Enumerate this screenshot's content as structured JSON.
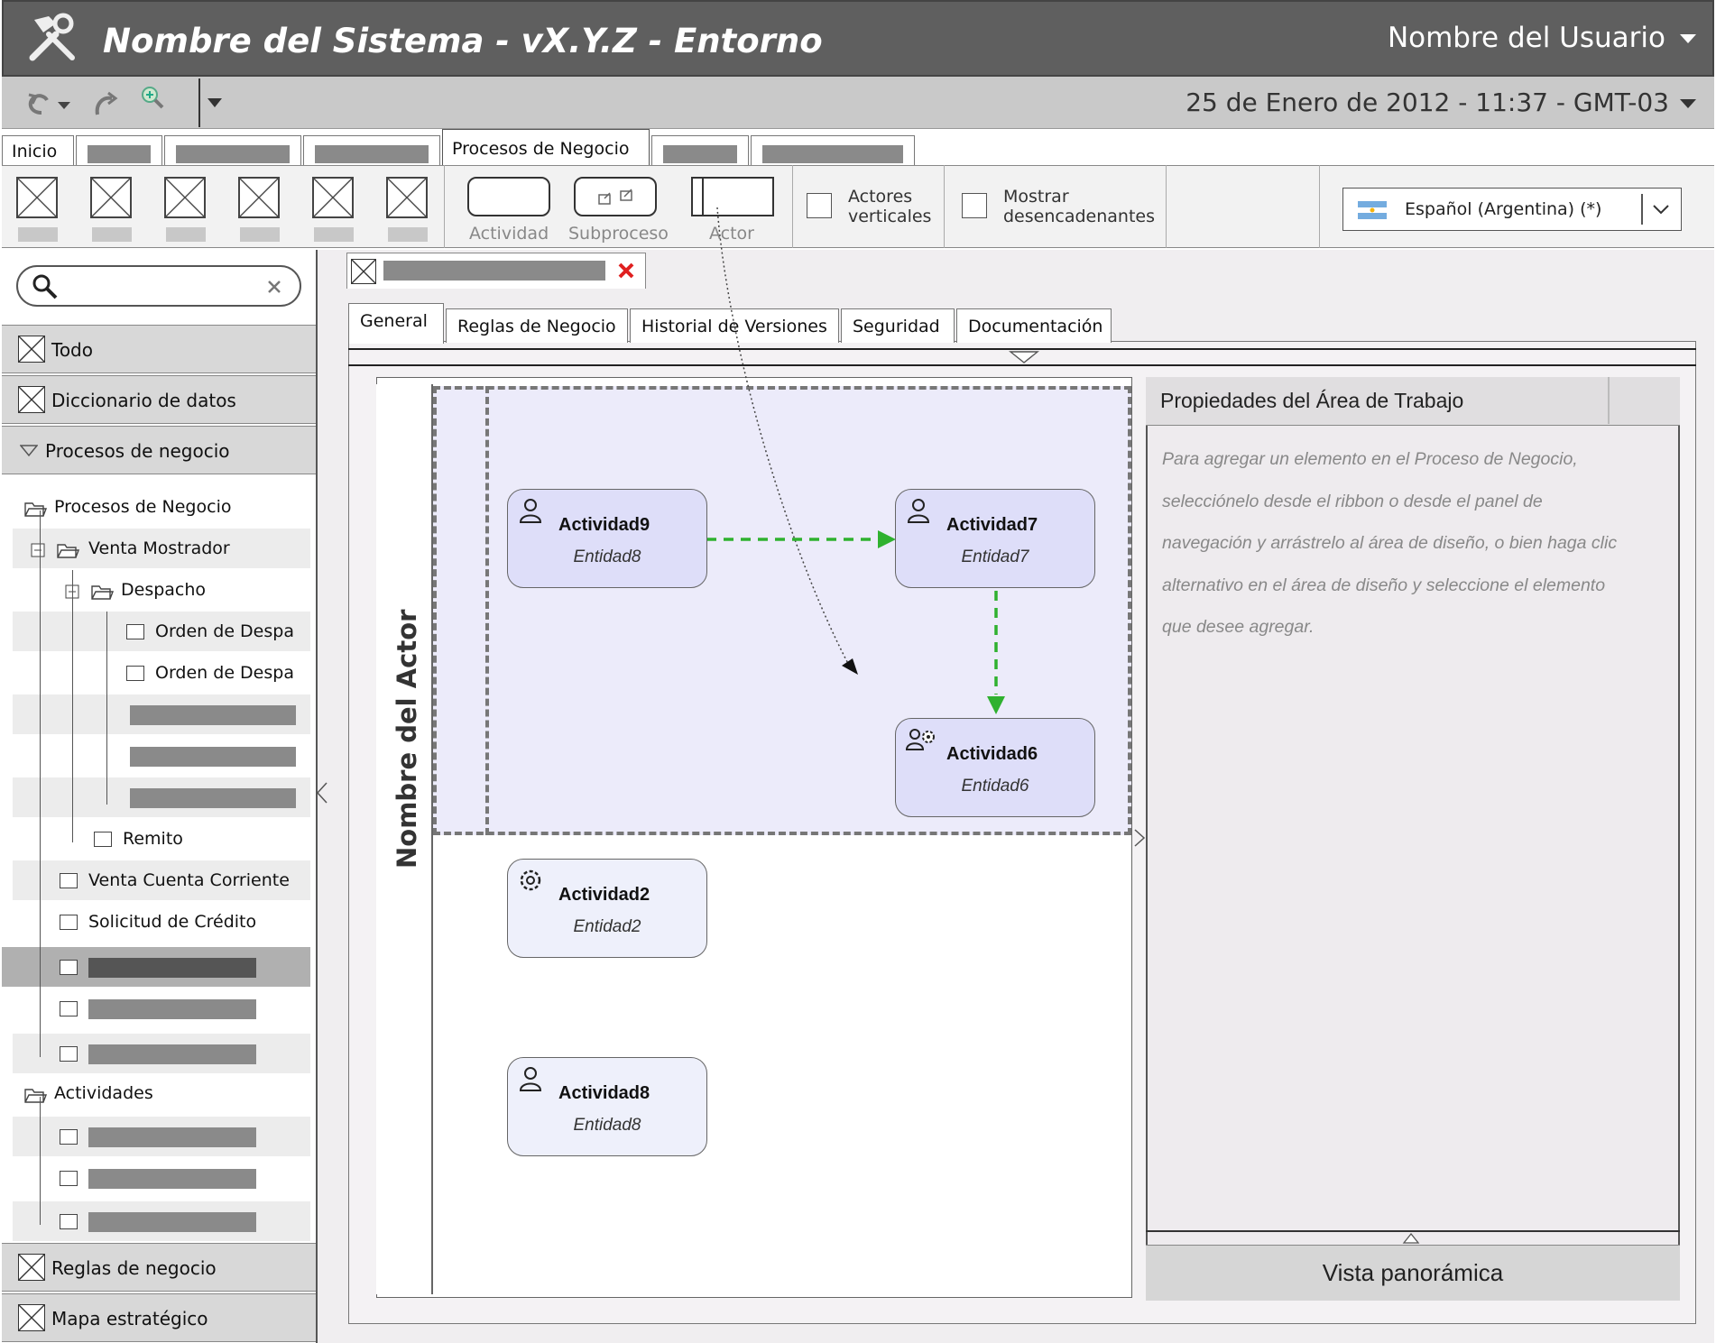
{
  "app": {
    "title": "Nombre del Sistema - vX.Y.Z - Entorno",
    "user": "Nombre del Usuario",
    "datetime": "25 de Enero de 2012 - 11:37 - GMT-03"
  },
  "ribbon_tabs": [
    "Inicio",
    "Procesos de Negocio"
  ],
  "ribbon": {
    "activity": "Actividad",
    "subprocess": "Subproceso",
    "actor": "Actor",
    "vertical_actors": [
      "Actores",
      "verticales"
    ],
    "show_triggers": [
      "Mostrar",
      "desencadenantes"
    ],
    "language": "Español (Argentina) (*)"
  },
  "sidebar": {
    "sections": {
      "all": "Todo",
      "data_dictionary": "Diccionario de datos",
      "business_processes": "Procesos de negocio",
      "business_rules": "Reglas de negocio",
      "strategy_map": "Mapa estratégico"
    },
    "tree": {
      "root": "Procesos de Negocio",
      "counter_sale": "Venta Mostrador",
      "dispatch": "Despacho",
      "order1": "Orden de Despa",
      "order2": "Orden de Despa",
      "remit": "Remito",
      "current_account": "Venta Cuenta Corriente",
      "credit_request": "Solicitud de Crédito",
      "activities": "Actividades"
    }
  },
  "inner_tabs": [
    "General",
    "Reglas de Negocio",
    "Historial de Versiones",
    "Seguridad",
    "Documentación"
  ],
  "diagram": {
    "lane": "Nombre del Actor",
    "activities": [
      {
        "name": "Actividad9",
        "entity": "Entidad8"
      },
      {
        "name": "Actividad7",
        "entity": "Entidad7"
      },
      {
        "name": "Actividad6",
        "entity": "Entidad6"
      },
      {
        "name": "Actividad2",
        "entity": "Entidad2"
      },
      {
        "name": "Actividad8",
        "entity": "Entidad8"
      }
    ],
    "flow_color": "#2fb12f"
  },
  "properties": {
    "title": "Propiedades del Área de Trabajo",
    "lines": [
      "Para agregar un elemento en el Proceso de Negocio,",
      "selecciónelo desde el ribbon o desde el panel de",
      "navegación y arrástrelo al área de diseño, o bien haga clic",
      "alternativo en el área de diseño y seleccione el elemento",
      "que desee agregar."
    ],
    "panorama": "Vista panorámica"
  }
}
